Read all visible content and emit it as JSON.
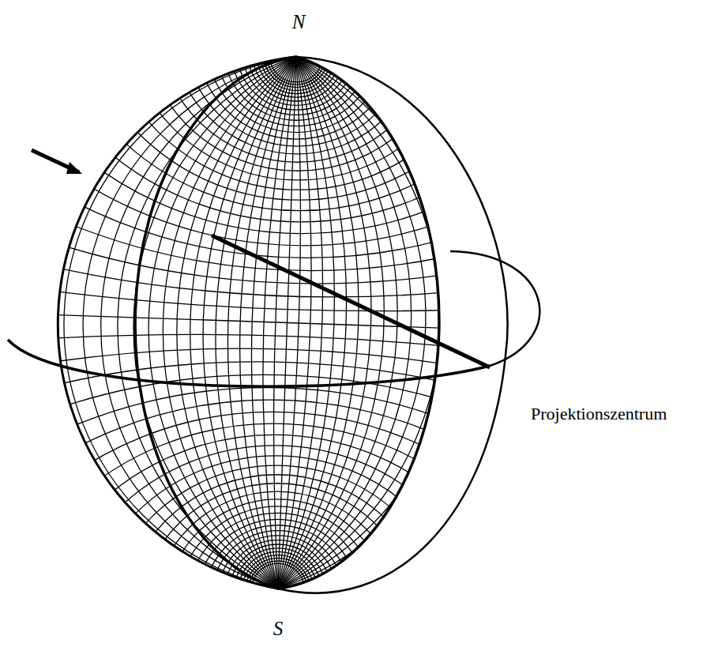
{
  "diagram": {
    "labels": [
      "N",
      "S",
      "Projektionszentrum"
    ]
  }
}
